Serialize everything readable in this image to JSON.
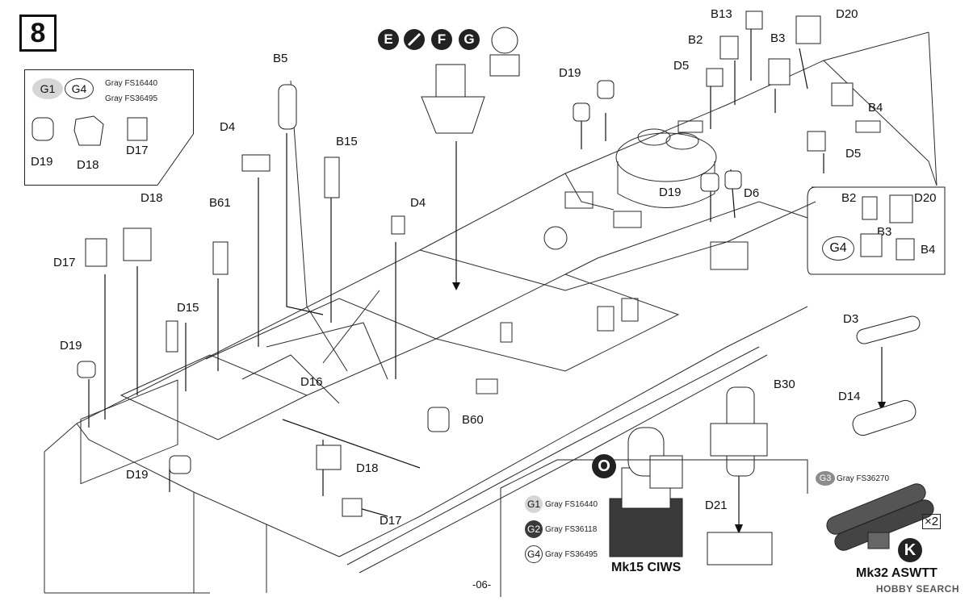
{
  "step": "8",
  "page_number": "-06-",
  "color_marks": {
    "assembly_option_letters": [
      "E",
      "F",
      "G"
    ],
    "top_legend": [
      {
        "code": "G1",
        "name": "Gray FS16440"
      },
      {
        "code": "G4",
        "name": "Gray FS36495"
      }
    ],
    "top_legend_parts": [
      "D19",
      "D18",
      "D17"
    ],
    "ciws_legend": [
      {
        "code": "G1",
        "name": "Gray FS16440"
      },
      {
        "code": "G2",
        "name": "Gray FS36118"
      },
      {
        "code": "G4",
        "name": "Gray FS36495"
      }
    ],
    "right_legend": {
      "code": "G4"
    },
    "right_legend_parts": [
      "B2",
      "D20",
      "B3",
      "B4"
    ],
    "g3": {
      "code": "G3",
      "name": "Gray FS36270"
    }
  },
  "part_labels": {
    "b5": "B5",
    "b13": "B13",
    "d20": "D20",
    "b2": "B2",
    "b3": "B3",
    "d5a": "D5",
    "d19a": "D19",
    "b4": "B4",
    "d5b": "D5",
    "d4a": "D4",
    "b15": "B15",
    "d18a": "D18",
    "b61": "B61",
    "d4b": "D4",
    "d19b": "D19",
    "d6": "D6",
    "d17a": "D17",
    "d15": "D15",
    "d19c": "D19",
    "d16": "D16",
    "b60": "B60",
    "d19d": "D19",
    "d18b": "D18",
    "d17b": "D17",
    "d3": "D3",
    "d14": "D14",
    "b30": "B30",
    "d21": "D21"
  },
  "ciws": {
    "marker": "O",
    "caption": "Mk15 CIWS"
  },
  "asw": {
    "marker": "K",
    "caption": "Mk32 ASWTT",
    "qty": "×2"
  },
  "watermark": "HOBBY SEARCH"
}
